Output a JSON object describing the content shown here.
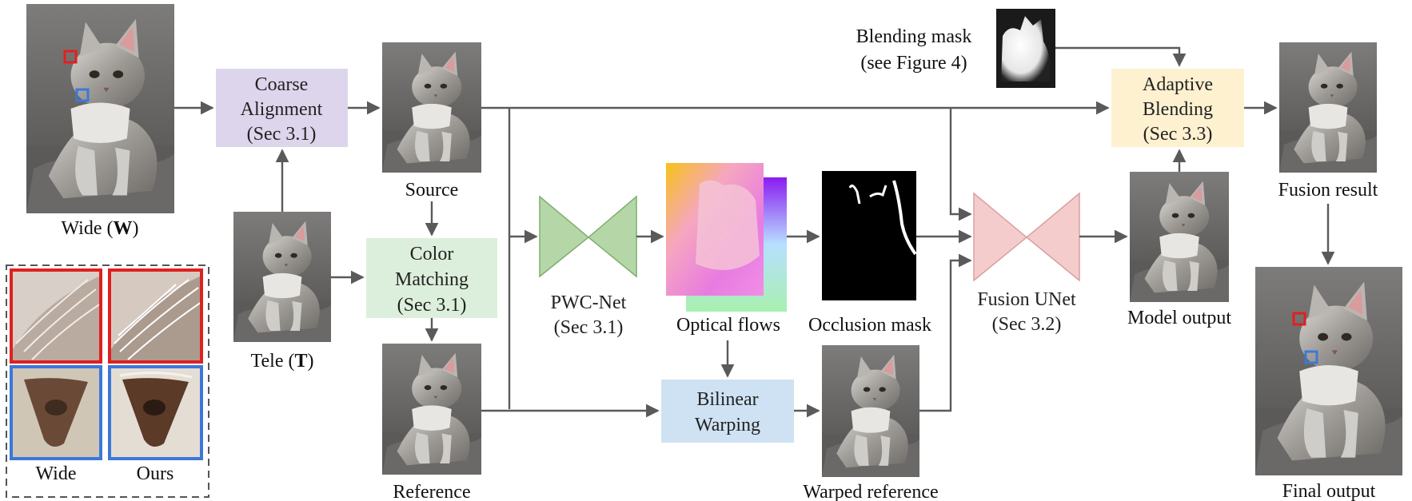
{
  "images": {
    "wide": {
      "label_pre": "Wide (",
      "label_bold": "W",
      "label_post": ")"
    },
    "tele": {
      "label_pre": "Tele (",
      "label_bold": "T",
      "label_post": ")"
    },
    "source": {
      "label": "Source"
    },
    "reference": {
      "label": "Reference"
    },
    "optical_flows": {
      "label": "Optical flows"
    },
    "occlusion_mask": {
      "label": "Occlusion mask"
    },
    "warped_reference": {
      "label": "Warped reference"
    },
    "model_output": {
      "label": "Model output"
    },
    "fusion_result": {
      "label": "Fusion result"
    },
    "final_output": {
      "label": "Final output"
    },
    "blending_mask": {
      "line1": "Blending mask",
      "line2": "(see Figure 4)"
    }
  },
  "blocks": {
    "coarse_alignment": {
      "line1": "Coarse",
      "line2": "Alignment",
      "line3": "(Sec 3.1)",
      "color": "#ddd5ec"
    },
    "color_matching": {
      "line1": "Color",
      "line2": "Matching",
      "line3": "(Sec 3.1)",
      "color": "#dcefdc"
    },
    "bilinear_warping": {
      "line1": "Bilinear",
      "line2": "Warping",
      "color": "#cfe2f3"
    },
    "adaptive_blending": {
      "line1": "Adaptive",
      "line2": "Blending",
      "line3": "(Sec 3.3)",
      "color": "#fdf1d0"
    },
    "pwc_net": {
      "line1": "PWC-Net",
      "line2": "(Sec 3.1)",
      "color": "#b5d7a8"
    },
    "fusion_unet": {
      "line1": "Fusion UNet",
      "line2": "(Sec 3.2)",
      "color": "#f4cccc"
    }
  },
  "comparison": {
    "wide_label": "Wide",
    "ours_label": "Ours"
  },
  "colors": {
    "arrow": "#5a5a5a",
    "highlight_red": "#e02020",
    "highlight_blue": "#3c78d8"
  }
}
